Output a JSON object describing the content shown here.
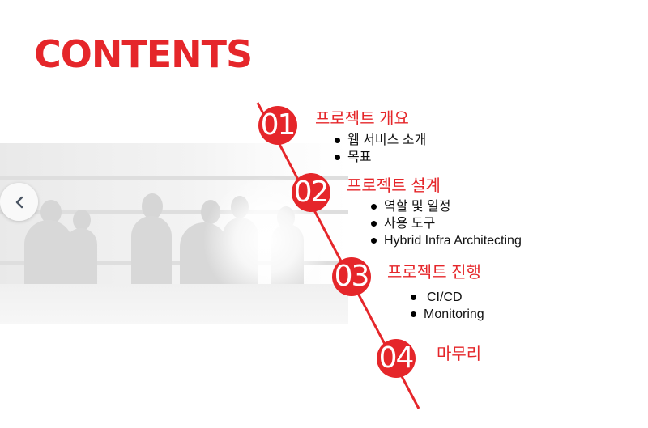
{
  "title": "CONTENTS",
  "colors": {
    "accent": "#e5262a",
    "text": "#111111",
    "background": "#ffffff"
  },
  "nav": {
    "prev_icon": "chevron-left-icon"
  },
  "sections": [
    {
      "number": "01",
      "title": "프로젝트 개요",
      "items": [
        "웹 서비스 소개",
        "목표"
      ]
    },
    {
      "number": "02",
      "title": "프로젝트 설계",
      "items": [
        "역할 및 일정",
        "사용 도구",
        "Hybrid Infra Architecting"
      ]
    },
    {
      "number": "03",
      "title": "프로젝트 진행",
      "items": [
        "CI/CD",
        "Monitoring"
      ]
    },
    {
      "number": "04",
      "title": "마무리",
      "items": []
    }
  ]
}
